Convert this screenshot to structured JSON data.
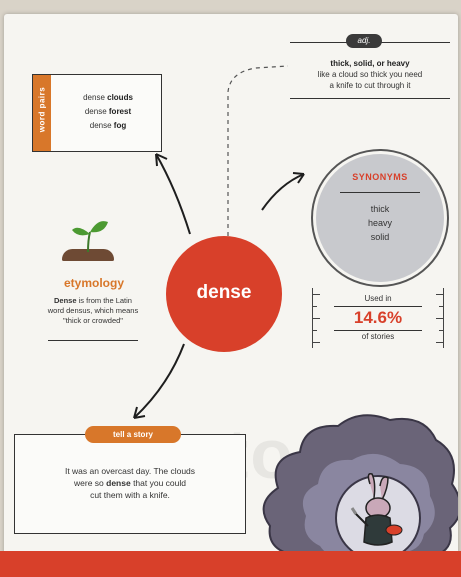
{
  "word_pairs": {
    "tab_label": "word pairs",
    "lines": [
      {
        "pre": "dense ",
        "bold": "clouds"
      },
      {
        "pre": "dense ",
        "bold": "forest"
      },
      {
        "pre": "dense ",
        "bold": "fog"
      }
    ]
  },
  "adj": {
    "pill": "adj.",
    "bold": "thick, solid, or heavy",
    "line1": "like a cloud so thick you need",
    "line2": "a knife to cut through it"
  },
  "synonyms": {
    "title": "SYNONYMS",
    "words": [
      "thick",
      "heavy",
      "solid"
    ]
  },
  "center": {
    "word": "dense"
  },
  "etymology": {
    "title": "etymology",
    "bold": "Dense",
    "rest1": " is from the Latin",
    "line2": "word densus, which means",
    "line3": "\"thick or crowded\""
  },
  "stat": {
    "top": "Used in",
    "value": "14.6%",
    "bottom": "of stories"
  },
  "story": {
    "pill": "tell a story",
    "line1": "It was an overcast day. The clouds",
    "line2_pre": "were so ",
    "line2_bold": "dense",
    "line2_post": " that you could",
    "line3": "cut them with a knife."
  },
  "colors": {
    "accent_red": "#d8402a",
    "accent_orange": "#d8772a",
    "synonym_grey": "#c8c9cd",
    "cloud_purple": "#6a6478"
  },
  "icons": [
    "sprout-icon",
    "rabbit-knight-illustration",
    "arrow-icon"
  ]
}
